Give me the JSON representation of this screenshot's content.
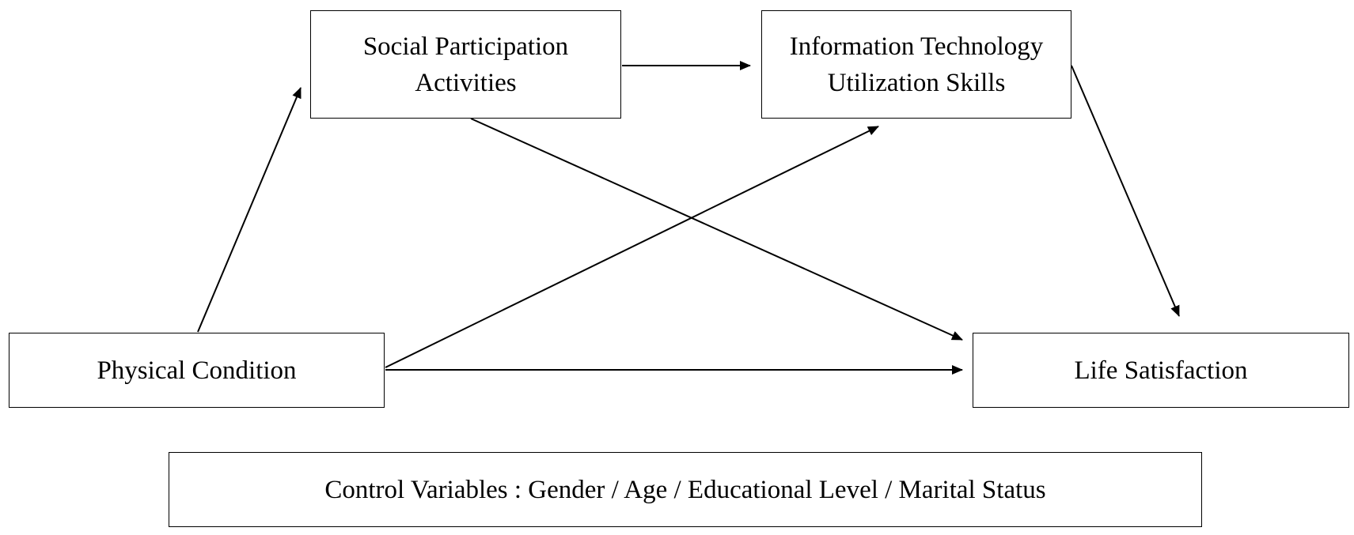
{
  "nodes": {
    "social": {
      "lines": [
        "Social Participation",
        "Activities"
      ]
    },
    "info": {
      "lines": [
        "Information Technology",
        "Utilization Skills"
      ]
    },
    "physical": {
      "lines": [
        "Physical Condition"
      ]
    },
    "life": {
      "lines": [
        "Life Satisfaction"
      ]
    },
    "control": {
      "lines": [
        "Control Variables : Gender / Age / Educational Level / Marital Status"
      ]
    }
  },
  "edges": [
    {
      "from": "physical",
      "to": "social"
    },
    {
      "from": "social",
      "to": "info"
    },
    {
      "from": "physical",
      "to": "info"
    },
    {
      "from": "social",
      "to": "life"
    },
    {
      "from": "info",
      "to": "life"
    },
    {
      "from": "physical",
      "to": "life"
    }
  ],
  "colors": {
    "stroke": "#000000",
    "background": "#ffffff"
  }
}
